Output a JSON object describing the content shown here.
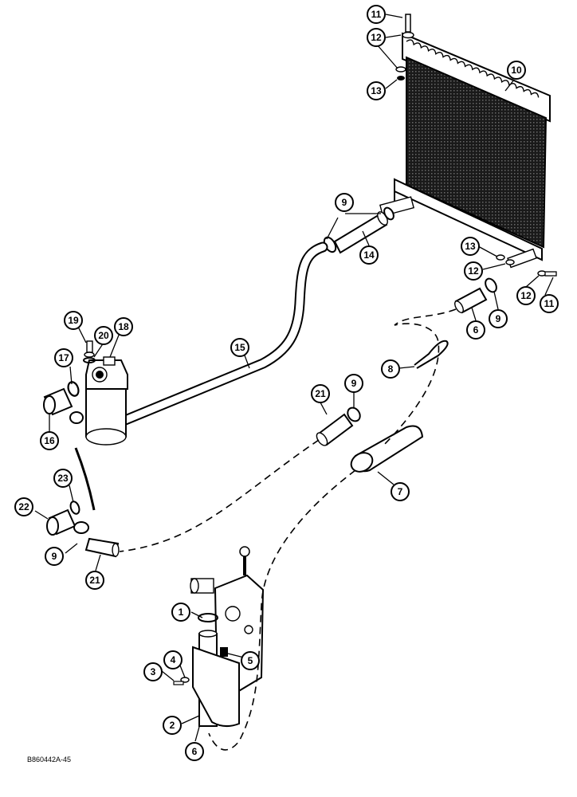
{
  "drawing_ref": "B860442A-45",
  "callouts": [
    {
      "id": "c11a",
      "label": "11"
    },
    {
      "id": "c12a",
      "label": "12"
    },
    {
      "id": "c13a",
      "label": "13"
    },
    {
      "id": "c10",
      "label": "10"
    },
    {
      "id": "c9a",
      "label": "9"
    },
    {
      "id": "c14",
      "label": "14"
    },
    {
      "id": "c13b",
      "label": "13"
    },
    {
      "id": "c12b",
      "label": "12"
    },
    {
      "id": "c12c",
      "label": "12"
    },
    {
      "id": "c11b",
      "label": "11"
    },
    {
      "id": "c9b",
      "label": "9"
    },
    {
      "id": "c6a",
      "label": "6"
    },
    {
      "id": "c8",
      "label": "8"
    },
    {
      "id": "c19",
      "label": "19"
    },
    {
      "id": "c20",
      "label": "20"
    },
    {
      "id": "c18",
      "label": "18"
    },
    {
      "id": "c17",
      "label": "17"
    },
    {
      "id": "c15",
      "label": "15"
    },
    {
      "id": "c16",
      "label": "16"
    },
    {
      "id": "c9c",
      "label": "9"
    },
    {
      "id": "c21a",
      "label": "21"
    },
    {
      "id": "c7",
      "label": "7"
    },
    {
      "id": "c23",
      "label": "23"
    },
    {
      "id": "c22",
      "label": "22"
    },
    {
      "id": "c9d",
      "label": "9"
    },
    {
      "id": "c21b",
      "label": "21"
    },
    {
      "id": "c1",
      "label": "1"
    },
    {
      "id": "c4",
      "label": "4"
    },
    {
      "id": "c5",
      "label": "5"
    },
    {
      "id": "c3",
      "label": "3"
    },
    {
      "id": "c2",
      "label": "2"
    },
    {
      "id": "c6b",
      "label": "6"
    }
  ]
}
